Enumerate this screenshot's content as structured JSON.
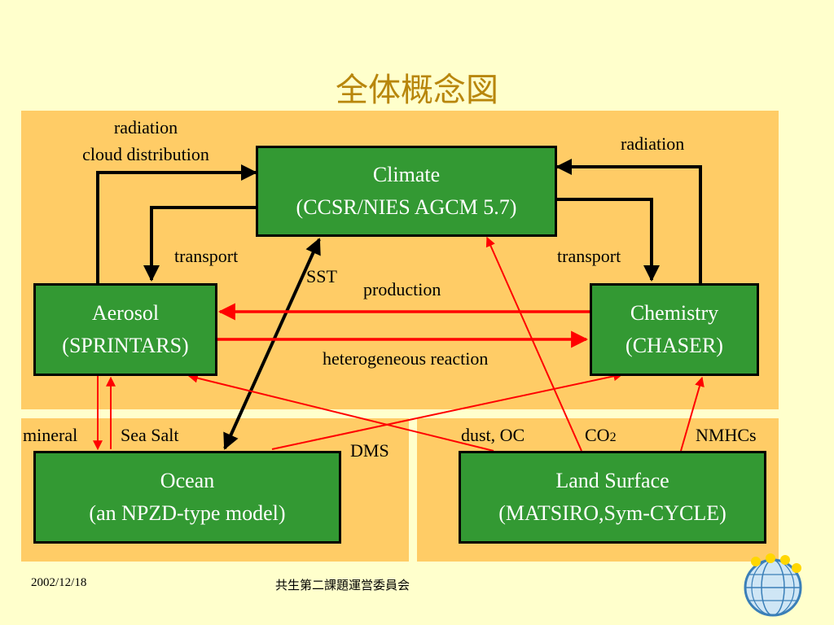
{
  "title": "全体概念図",
  "boxes": {
    "climate": [
      "Climate",
      "(CCSR/NIES AGCM 5.7)"
    ],
    "aerosol": [
      "Aerosol",
      "(SPRINTARS)"
    ],
    "chemistry": [
      "Chemistry",
      "(CHASER)"
    ],
    "ocean": [
      "Ocean",
      "(an NPZD-type model)"
    ],
    "land": [
      "Land Surface",
      "(MATSIRO,Sym-CYCLE)"
    ]
  },
  "labels": {
    "radiation_left_1": "radiation",
    "radiation_left_2": "cloud distribution",
    "radiation_right": "radiation",
    "transport_left": "transport",
    "transport_right": "transport",
    "sst": "SST",
    "production": "production",
    "heterogeneous": "heterogeneous reaction",
    "mineral": "mineral",
    "sea_salt": "Sea Salt",
    "dms": "DMS",
    "dust_oc": "dust, OC",
    "co2_main": "CO",
    "co2_sub": "2",
    "nmhcs": "NMHCs"
  },
  "footer": {
    "date": "2002/12/18",
    "org": "共生第二課題運営委員会"
  },
  "colors": {
    "background": "#ffffcc",
    "panel": "#ffcc66",
    "box": "#339933",
    "red_arrow": "#ff0000",
    "title": "#b8860b"
  }
}
